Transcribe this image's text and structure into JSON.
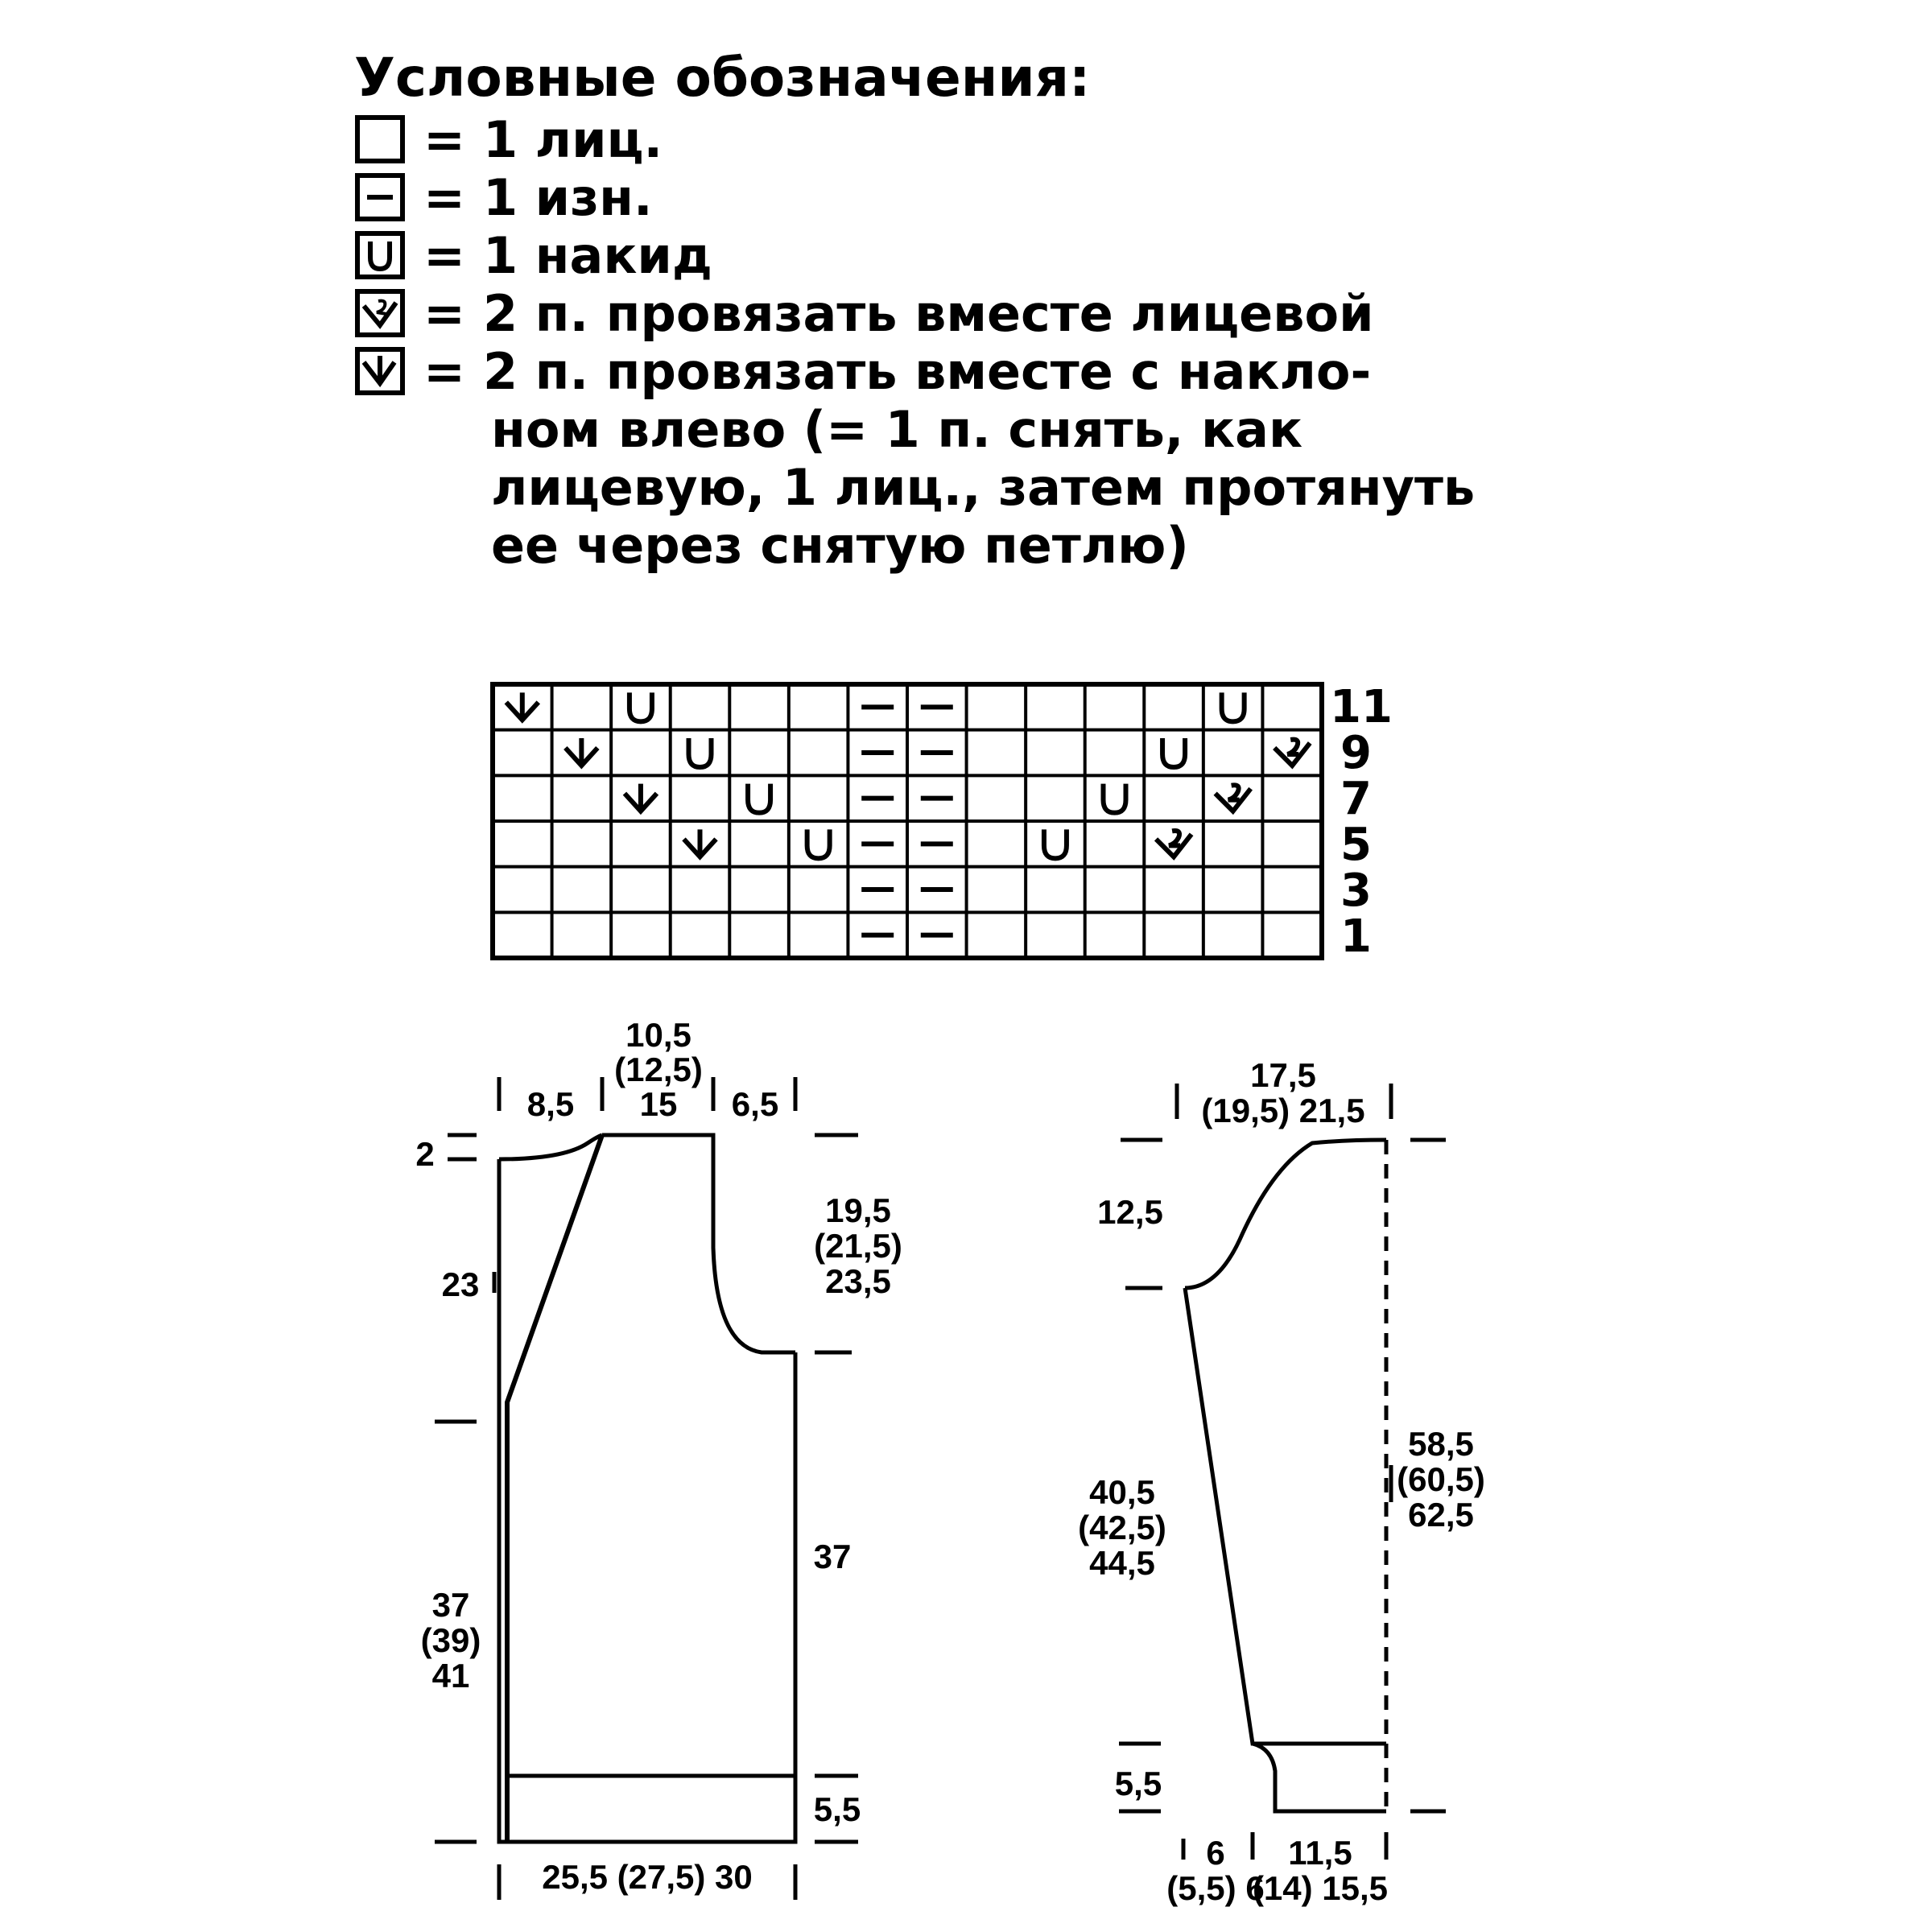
{
  "legend": {
    "title": "Условные обозначения:",
    "items": [
      {
        "symbol": "knit-icon",
        "text": "1 лиц."
      },
      {
        "symbol": "purl-icon",
        "text": "1 изн."
      },
      {
        "symbol": "yarn-over-icon",
        "text": "1 накид"
      },
      {
        "symbol": "k2tog-icon",
        "text": "2 п. провязать вместе лицевой"
      },
      {
        "symbol": "ssk-icon",
        "text": "2 п. провязать вместе с накло-"
      }
    ],
    "continuation": [
      "ном влево (= 1 п. снять, как",
      "лицевую, 1 лиц., затем протянуть",
      "ее через снятую петлю)"
    ],
    "equals": "="
  },
  "chart": {
    "row_numbers": [
      "11",
      "9",
      "7",
      "5",
      "3",
      "1"
    ]
  },
  "body_piece": {
    "top_neck": [
      "10,5",
      "(12,5)",
      "15"
    ],
    "top_left": "8,5",
    "top_right": "6,5",
    "left_2": "2",
    "left_23": "23",
    "left_37": [
      "37",
      "(39)",
      "41"
    ],
    "right_armhole": [
      "19,5",
      "(21,5)",
      "23,5"
    ],
    "right_37": "37",
    "right_rib": "5,5",
    "bottom_width": "25,5 (27,5) 30"
  },
  "sleeve_piece": {
    "top_width": [
      "17,5",
      "(19,5) 21,5"
    ],
    "cap_height": "12,5",
    "length_left": [
      "40,5",
      "(42,5)",
      "44,5"
    ],
    "length_right": [
      "58,5",
      "(60,5)",
      "62,5"
    ],
    "cuff_height": "5,5",
    "bottom_left": [
      "6",
      "(5,5) 6"
    ],
    "bottom_right": [
      "11,5",
      "(14) 15,5"
    ]
  }
}
